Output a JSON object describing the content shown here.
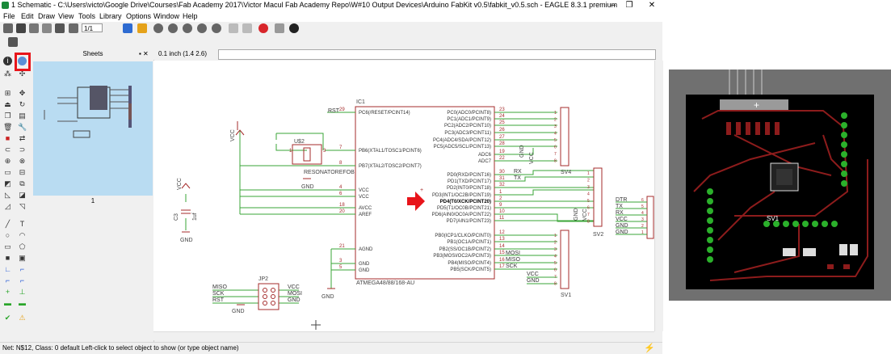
{
  "window": {
    "title": "1 Schematic - C:\\Users\\victo\\Google Drive\\Courses\\Fab Academy 2017\\Victor Macul Fab Academy Repo\\W#10 Output Devices\\Arduino FabKit v0.5\\fabkit_v0.5.sch - EAGLE 8.3.1 premium",
    "minimize": "–",
    "maximize": "❐",
    "close": "✕"
  },
  "menu": [
    "File",
    "Edit",
    "Draw",
    "View",
    "Tools",
    "Library",
    "Options",
    "Window",
    "Help"
  ],
  "toolbar": {
    "sheet_select": "1/1"
  },
  "sheets_panel": {
    "title": "Sheets",
    "sheet_number": "1"
  },
  "grid_info": "0.1 inch (1.4 2.6)",
  "status_text": "Net: N$12, Class: 0 default Left-click to select object to show (or type object name)",
  "schematic": {
    "ic1": {
      "name": "IC1",
      "part": "ATMEGA48/88/168-AU",
      "left_pins": [
        {
          "num": "29",
          "label": "PC6(/RESET/PCINT14)"
        },
        {
          "num": "7",
          "label": "PB6(XTAL1/TOSC1/PCINT6)"
        },
        {
          "num": "8",
          "label": "PB7(XTAL2/TOSC2/PCINT7)"
        },
        {
          "num": "4",
          "label": "VCC"
        },
        {
          "num": "6",
          "label": "VCC"
        },
        {
          "num": "18",
          "label": "AVCC"
        },
        {
          "num": "20",
          "label": "AREF"
        },
        {
          "num": "21",
          "label": "AGND"
        },
        {
          "num": "3",
          "label": "GND"
        },
        {
          "num": "5",
          "label": "GND"
        }
      ],
      "right_pins": [
        {
          "num": "23",
          "label": "PC0(ADC0/PCINT8)"
        },
        {
          "num": "24",
          "label": "PC1(ADC1/PCINT9)"
        },
        {
          "num": "25",
          "label": "PC2(ADC2/PCINT10)"
        },
        {
          "num": "26",
          "label": "PC3(ADC3/PCINT11)"
        },
        {
          "num": "27",
          "label": "PC4(ADC4/SDA/PCINT12)"
        },
        {
          "num": "28",
          "label": "PC5(ADC5/SCL/PCINT13)"
        },
        {
          "num": "19",
          "label": "ADC6"
        },
        {
          "num": "22",
          "label": "ADC7"
        },
        {
          "num": "30",
          "label": "PD0(RXD/PCINT16)"
        },
        {
          "num": "31",
          "label": "PD1(TXD/PCINT17)"
        },
        {
          "num": "32",
          "label": "PD2(INT0/PCINT18)"
        },
        {
          "num": "1",
          "label": "PD3(INT1/OC2B/PCINT19)"
        },
        {
          "num": "2",
          "label": "PD4(T0/XCK/PCINT20)"
        },
        {
          "num": "9",
          "label": "PD5(T1/OC0B/PCINT21)"
        },
        {
          "num": "10",
          "label": "PD6(AIN0/OC0A/PCINT22)"
        },
        {
          "num": "11",
          "label": "PD7(AIN1/PCINT23)"
        },
        {
          "num": "12",
          "label": "PB0(ICP1/CLKO/PCINT0)"
        },
        {
          "num": "13",
          "label": "PB1(OC1A/PCINT1)"
        },
        {
          "num": "14",
          "label": "PB2(SS/OC1B/PCINT2)"
        },
        {
          "num": "15",
          "label": "PB3(MOSI/OC2A/PCINT3)"
        },
        {
          "num": "16",
          "label": "PB4(MISO/PCINT4)"
        },
        {
          "num": "17",
          "label": "PB5(SCK/PCINT5)"
        }
      ]
    },
    "net_labels": {
      "rst": "RST",
      "rx": "RX",
      "tx": "TX",
      "mosi": "MOSI",
      "miso": "MISO",
      "sck": "SCK",
      "vcc": "VCC",
      "gnd": "GND"
    },
    "u2": {
      "name": "U$2",
      "pins": [
        "1",
        "3"
      ],
      "label": "RESONATOREFOB"
    },
    "c3": {
      "name": "C3",
      "value": "1uf"
    },
    "jp2": {
      "name": "JP2",
      "left": [
        "MISO",
        "SCK",
        "RST"
      ],
      "right": [
        "VCC",
        "MOSI",
        "GND"
      ],
      "pins": [
        "1",
        "2",
        "3",
        "4",
        "5",
        "6"
      ]
    },
    "sv4": {
      "name": "SV4",
      "pins": [
        "1",
        "2",
        "3",
        "4",
        "5",
        "6",
        "7",
        "8"
      ]
    },
    "sv2": {
      "name": "SV2",
      "pins": [
        "1",
        "2",
        "3",
        "4",
        "5",
        "6",
        "7",
        "8"
      ]
    },
    "sv1": {
      "name": "SV1",
      "pins": [
        "1",
        "2",
        "3",
        "4",
        "5",
        "6",
        "7",
        "8"
      ]
    },
    "ftdi": {
      "labels": [
        "DTR",
        "TX",
        "RX",
        "VCC",
        "GND",
        "GND"
      ],
      "pins": [
        "6",
        "5",
        "4",
        "3",
        "2",
        "1"
      ]
    },
    "misc": {
      "vcc": "VCC",
      "gnd": "GND",
      "adc7": "ADC7",
      "adc6": "ADC6"
    }
  },
  "board_labels": {
    "sv1": "SV1",
    "plus": "+"
  },
  "colors": {
    "net": "#3aa537",
    "part": "#a52b2b",
    "pin": "#a52b2b",
    "arrow": "#e8141a",
    "highlight": "#e8141a",
    "trace": "#8d1c1c",
    "board_bg": "#000000",
    "pad": "#2bb02b"
  }
}
